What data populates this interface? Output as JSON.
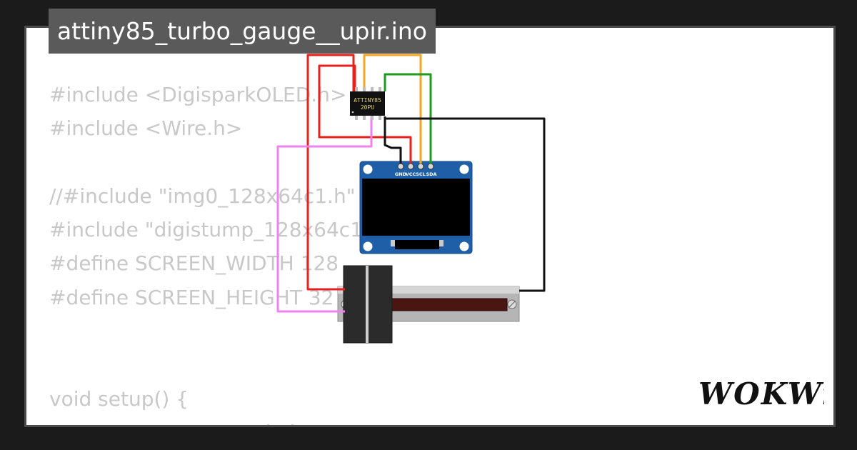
{
  "title": "attiny85_turbo_gauge__upir.ino",
  "brand": "WOKWi",
  "code_lines": [
    "#include <DigisparkOLED.h>",
    "#include <Wire.h>",
    "",
    "//#include \"img0_128x64c1.h\"",
    "#include \"digistump_128x64c1.h\"",
    "#define SCREEN_WIDTH 128",
    "#define SCREEN_HEIGHT 32",
    "",
    "",
    "void setup() {",
    "  // put your setup code here"
  ],
  "chip": {
    "line1": "ATTINY85",
    "line2": "20PU"
  },
  "oled_pins": [
    "GND",
    "VCC",
    "SCL",
    "SDA"
  ],
  "wire_colors": {
    "red": "#e8201c",
    "orange": "#f5a623",
    "green": "#1f9a1f",
    "black": "#111111",
    "violet": "#ee82ee"
  }
}
